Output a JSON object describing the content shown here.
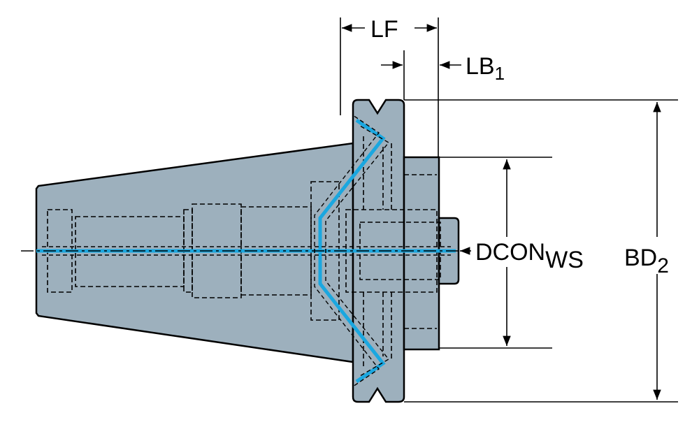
{
  "diagram": {
    "labels": {
      "lf": "LF",
      "lb_main": "LB",
      "lb_sub": "1",
      "dcon_main": "DCON",
      "dcon_sub": "WS",
      "bd_main": "BD",
      "bd_sub": "2"
    },
    "colors": {
      "body": "#9db0bd",
      "coolant": "#1aa7e0",
      "outline": "#000000"
    }
  }
}
